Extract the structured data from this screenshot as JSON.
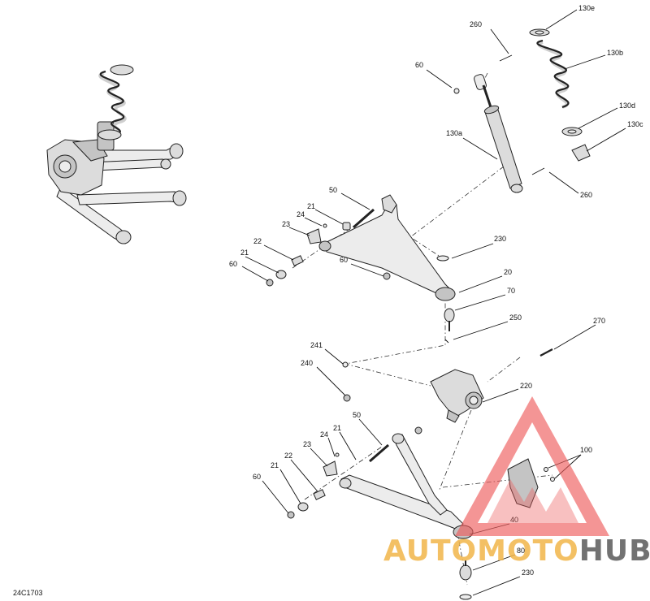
{
  "diagram": {
    "document_code": "24C1703",
    "callouts": [
      {
        "id": "c130e",
        "label": "130e"
      },
      {
        "id": "c260a",
        "label": "260"
      },
      {
        "id": "c130b",
        "label": "130b"
      },
      {
        "id": "c60a",
        "label": "60"
      },
      {
        "id": "c130d",
        "label": "130d"
      },
      {
        "id": "c130c",
        "label": "130c"
      },
      {
        "id": "c130a",
        "label": "130a"
      },
      {
        "id": "c260b",
        "label": "260"
      },
      {
        "id": "c50a",
        "label": "50"
      },
      {
        "id": "c21a",
        "label": "21"
      },
      {
        "id": "c24a",
        "label": "24"
      },
      {
        "id": "c23a",
        "label": "23"
      },
      {
        "id": "c22a",
        "label": "22"
      },
      {
        "id": "c230a",
        "label": "230"
      },
      {
        "id": "c21b",
        "label": "21"
      },
      {
        "id": "c60b",
        "label": "60"
      },
      {
        "id": "c60c",
        "label": "60"
      },
      {
        "id": "c20",
        "label": "20"
      },
      {
        "id": "c70",
        "label": "70"
      },
      {
        "id": "c250",
        "label": "250"
      },
      {
        "id": "c270",
        "label": "270"
      },
      {
        "id": "c241",
        "label": "241"
      },
      {
        "id": "c240",
        "label": "240"
      },
      {
        "id": "c220",
        "label": "220"
      },
      {
        "id": "c50b",
        "label": "50"
      },
      {
        "id": "c21c",
        "label": "21"
      },
      {
        "id": "c24b",
        "label": "24"
      },
      {
        "id": "c23b",
        "label": "23"
      },
      {
        "id": "c22b",
        "label": "22"
      },
      {
        "id": "c21d",
        "label": "21"
      },
      {
        "id": "c60d",
        "label": "60"
      },
      {
        "id": "c100",
        "label": "100"
      },
      {
        "id": "c40",
        "label": "40"
      },
      {
        "id": "c80",
        "label": "80"
      },
      {
        "id": "c230b",
        "label": "230"
      }
    ]
  },
  "watermark": {
    "part1": "AUTOMOTO",
    "part2": "HUB",
    "color_primary": "#f2b64a",
    "color_secondary": "#5a5a5a",
    "triangle_color": "#ee5a5a"
  }
}
